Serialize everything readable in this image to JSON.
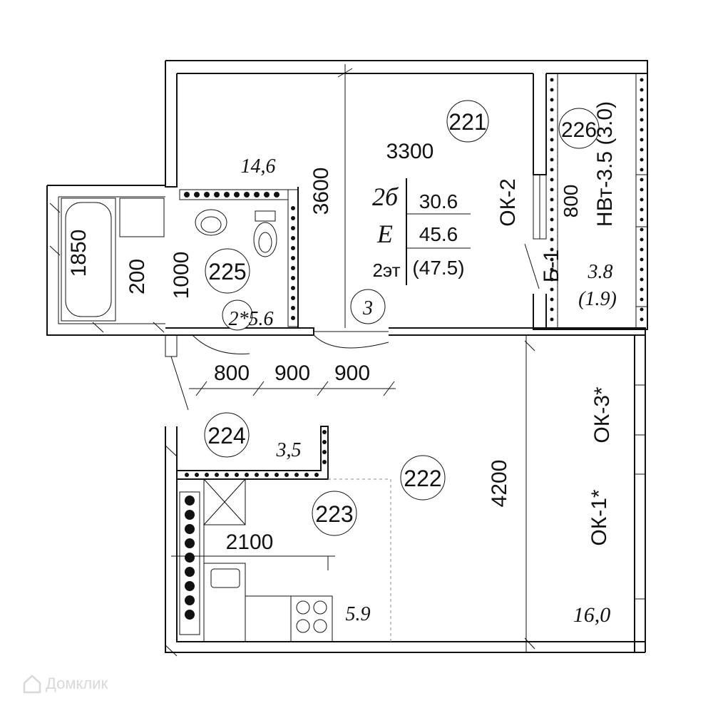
{
  "rooms": {
    "r221": "221",
    "r222": "222",
    "r223": "223",
    "r224": "224",
    "r225": "225",
    "r226": "226",
    "r3": "3"
  },
  "dimensions": {
    "d3300": "3300",
    "d3600": "3600",
    "d1850": "1850",
    "d200": "200",
    "d1000": "1000",
    "d800a": "800",
    "d900a": "900",
    "d900b": "900",
    "d800b": "800",
    "d2100": "2100",
    "d4200": "4200"
  },
  "areas": {
    "a14_6": "14,6",
    "a2_5_6": "2*5.6",
    "a3_8": "3.8",
    "a1_9": "(1.9)",
    "a3_5": "3,5",
    "a5_9": "5.9",
    "a16_0": "16,0"
  },
  "openings": {
    "ok2": "ОК-2",
    "ok3": "ОК-3*",
    "ok1": "ОК-1*",
    "b1": "Б-1",
    "nvt": "НВт-3.5 (3.0)"
  },
  "summary": {
    "type": "2б",
    "letter": "Е",
    "floor": "2эт",
    "living": "30.6",
    "total": "45.6",
    "with_balcony": "(47.5)"
  },
  "watermark": "Домклик"
}
